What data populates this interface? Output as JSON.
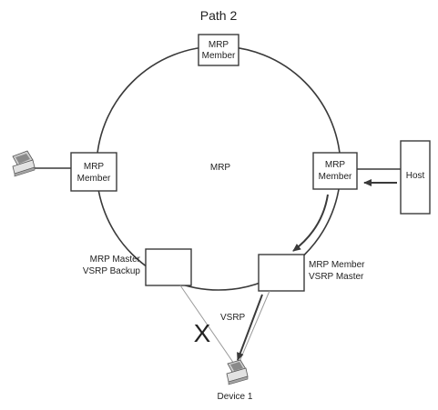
{
  "diagram": {
    "title": "Path 2",
    "ring_label": "MRP",
    "nodes": {
      "top": [
        "MRP",
        "Member"
      ],
      "left": [
        "MRP",
        "Member"
      ],
      "right": [
        "MRP",
        "Member"
      ],
      "master": [
        "MRP Master",
        "VSRP Backup"
      ],
      "member_master": [
        "MRP Member",
        "VSRP Master"
      ]
    },
    "host_label": "Host",
    "vsrp_label": "VSRP",
    "failure_mark": "X",
    "device_label": "Device 1"
  },
  "colors": {
    "line": "#3a3a3a",
    "thin_line": "#9a9a9a",
    "box_fill": "#ffffff"
  },
  "icons": [
    "workstation-icon",
    "computer-icon",
    "arrow-icon"
  ]
}
